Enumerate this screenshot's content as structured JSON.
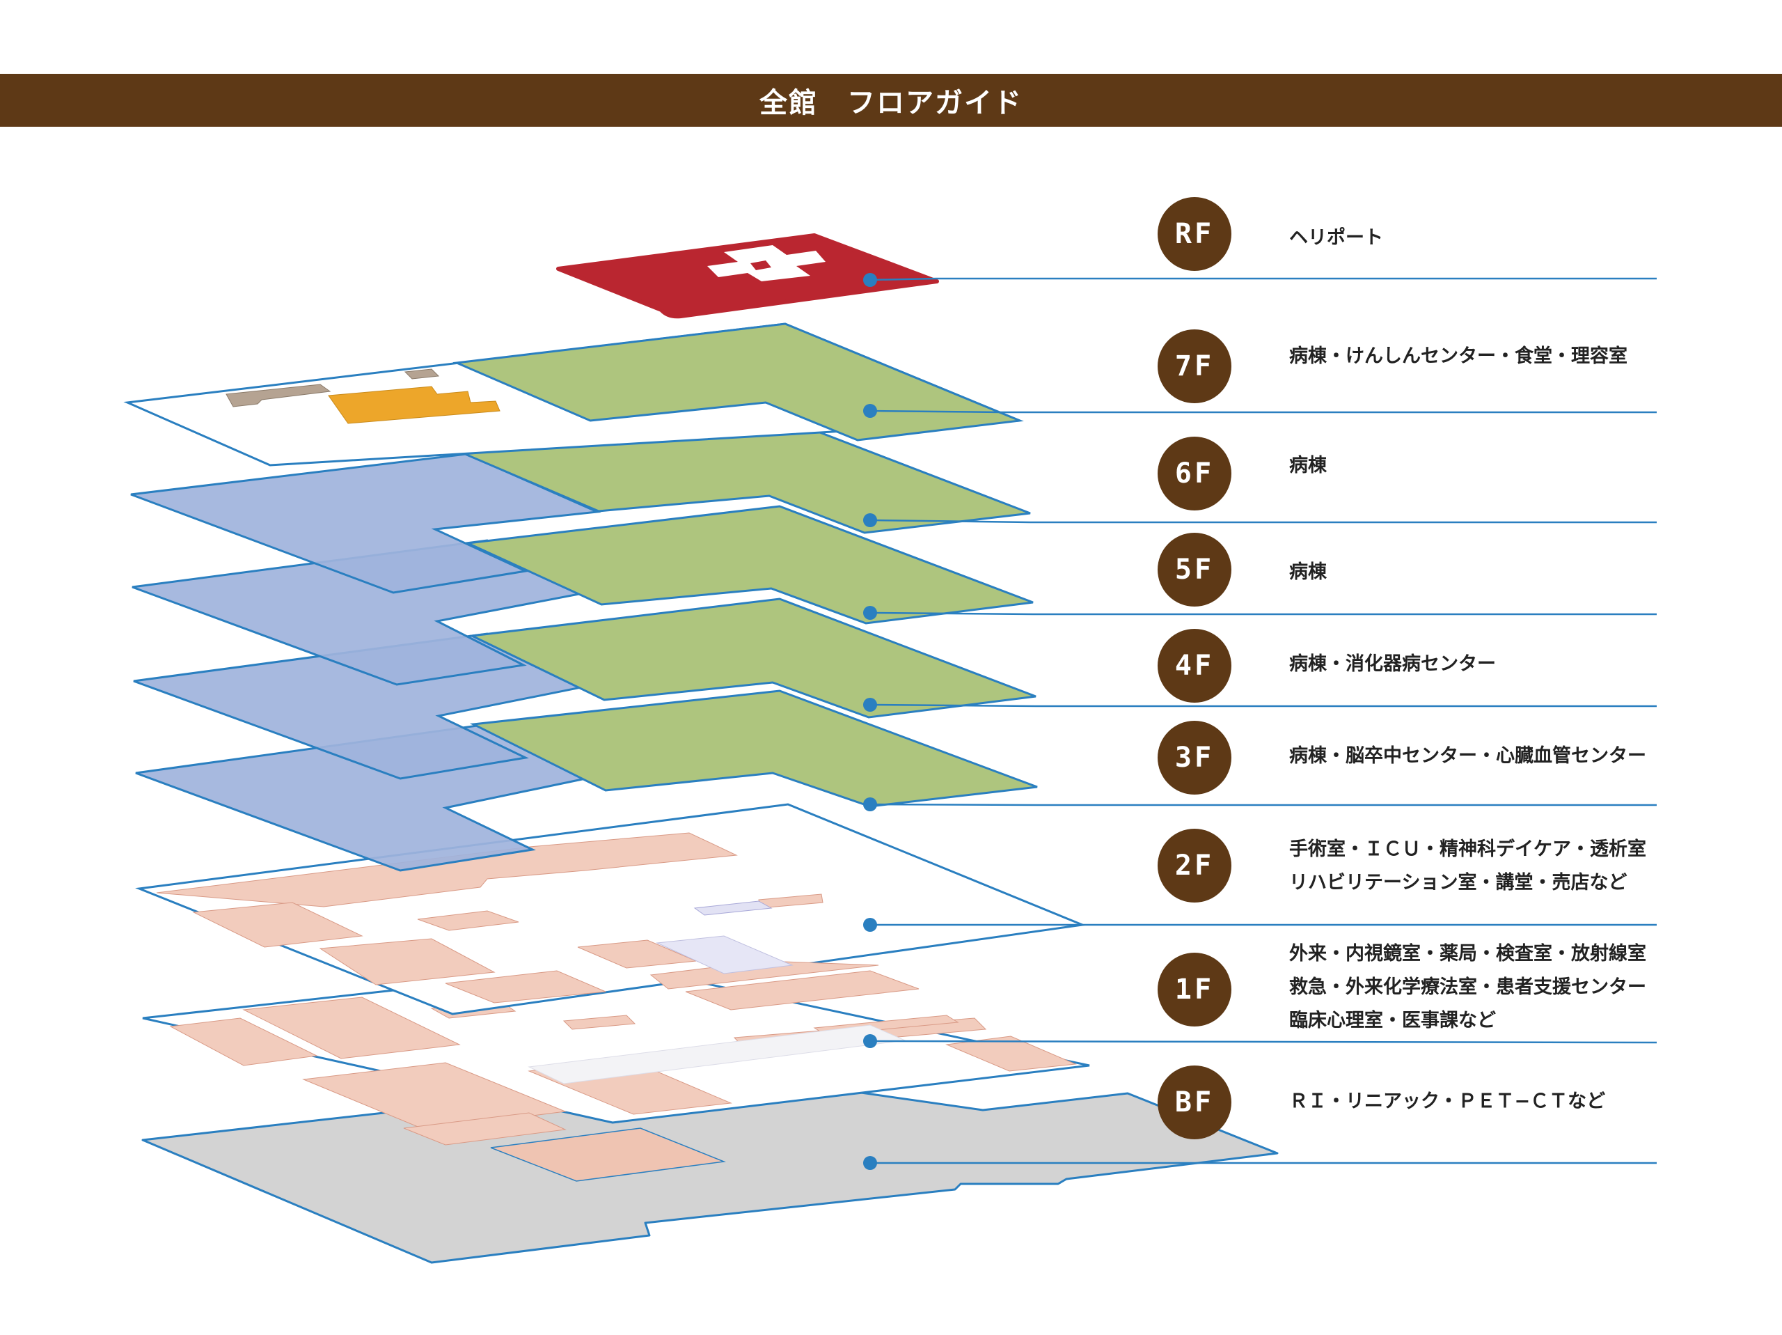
{
  "header": {
    "title": "全館　フロアガイド"
  },
  "colors": {
    "header_bg": "#5e3916",
    "badge_bg": "#5e3916",
    "line": "#2a7fc0",
    "ward_green": "#aec57e",
    "east_blue": "#9fb3dc",
    "room_pink": "#f2ccbd",
    "basement_gray": "#d3d3d3",
    "heliport_red": "#ba2630"
  },
  "floors": [
    {
      "id": "RF",
      "badge": "RF",
      "lines": [
        "ヘリポート"
      ]
    },
    {
      "id": "7F",
      "badge": "7F",
      "lines": [
        "病棟・けんしんセンター・食堂・理容室"
      ]
    },
    {
      "id": "6F",
      "badge": "6F",
      "lines": [
        "病棟"
      ]
    },
    {
      "id": "5F",
      "badge": "5F",
      "lines": [
        "病棟"
      ]
    },
    {
      "id": "4F",
      "badge": "4F",
      "lines": [
        "病棟・消化器病センター"
      ]
    },
    {
      "id": "3F",
      "badge": "3F",
      "lines": [
        "病棟・脳卒中センター・心臓血管センター"
      ]
    },
    {
      "id": "2F",
      "badge": "2F",
      "lines": [
        "手術室・ＩＣＵ・精神科デイケア・透析室",
        "リハビリテーション室・講堂・売店など"
      ]
    },
    {
      "id": "1F",
      "badge": "1F",
      "lines": [
        "外来・内視鏡室・薬局・検査室・放射線室",
        "救急・外来化学療法室・患者支援センター",
        "臨床心理室・医事課など"
      ]
    },
    {
      "id": "BF",
      "badge": "BF",
      "lines": [
        "ＲＩ・リニアック・ＰＥＴ−ＣＴなど"
      ]
    }
  ]
}
